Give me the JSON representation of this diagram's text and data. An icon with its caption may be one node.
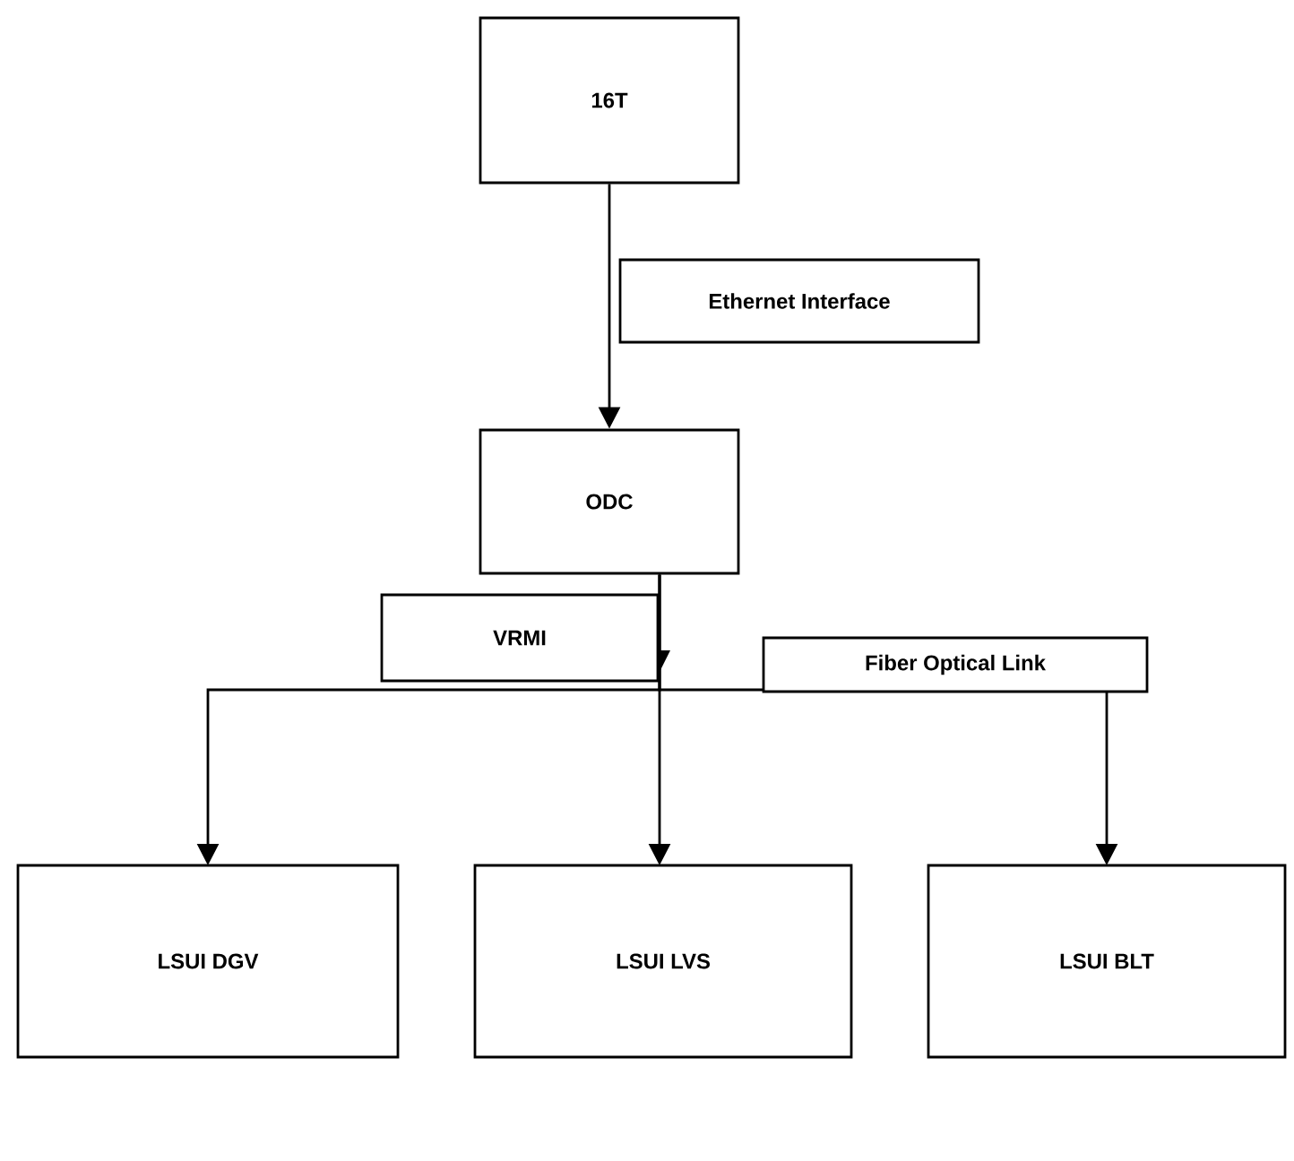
{
  "diagram": {
    "nodes": [
      {
        "text": [
          "16T"
        ]
      },
      {
        "text": [
          "ODC"
        ]
      },
      {
        "text": [
          "LSUI DGV"
        ]
      },
      {
        "text": [
          "LSUI LVS"
        ]
      },
      {
        "text": [
          "LSUI BLT"
        ]
      }
    ],
    "edges": [
      {
        "from": 0,
        "to": 1,
        "arrow": "to",
        "label": "Ethernet Interface"
      },
      {
        "from": 1,
        "to": 2,
        "arrow": "to",
        "label": "VRMI"
      },
      {
        "from": 1,
        "to": 3,
        "arrow": "to"
      },
      {
        "from": 1,
        "to": 4,
        "arrow": "to",
        "label": "Fiber Optical Link"
      }
    ]
  }
}
